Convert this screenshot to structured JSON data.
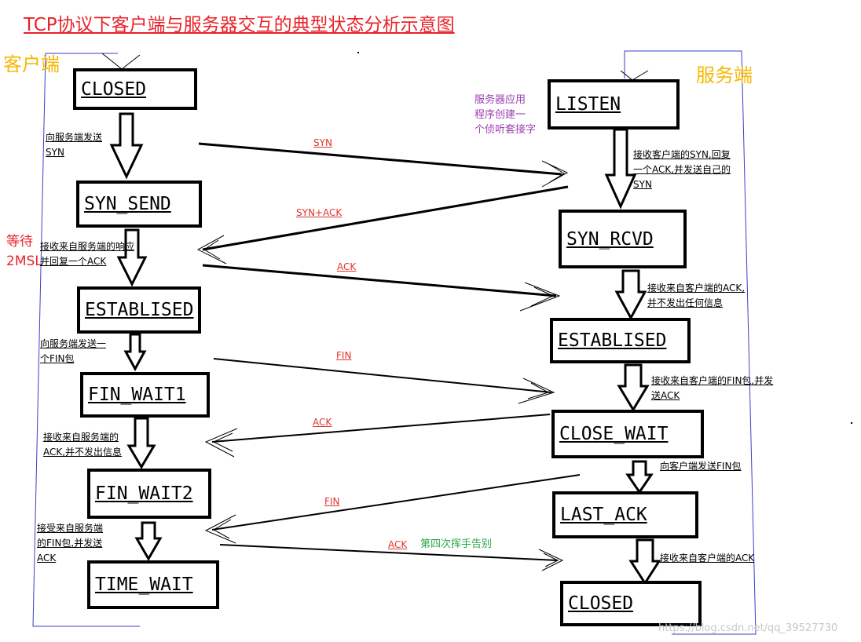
{
  "title": "TCP协议下客户端与服务器交互的典型状态分析示意图",
  "client_label": "客户端",
  "server_label": "服务端",
  "wait_label": "等待\n2MSL",
  "client_states": [
    "CLOSED",
    "SYN_SEND",
    "ESTABLISED",
    "FIN_WAIT1",
    "FIN_WAIT2",
    "TIME_WAIT"
  ],
  "server_states": [
    "LISTEN",
    "SYN_RCVD",
    "ESTABLISED",
    "CLOSE_WAIT",
    "LAST_ACK",
    "CLOSED"
  ],
  "client_notes": [
    "向服务端发送\nSYN",
    "接收来自服务端的响应\n并回复一个ACK",
    "向服务端发送一\n个FIN包",
    "接收来自服务端的\nACK,并不发出信息",
    "接受来自服务端\n的FIN包,并发送\nACK"
  ],
  "server_notes": {
    "listen": "服务器应用\n程序创建一\n个侦听套接字",
    "syn": "接收客户端的SYN,回复\n一个ACK,并发送自己的\nSYN",
    "ack": "接收来自客户端的ACK,\n并不发出任何信息",
    "fin": "接收来自客户端的FIN包,并发\n送ACK",
    "send_fin": "向客户端发送FIN包",
    "last_ack": "接收来自客户端的ACK"
  },
  "messages": [
    "SYN",
    "SYN+ACK",
    "ACK",
    "FIN",
    "ACK",
    "FIN",
    "ACK"
  ],
  "fourth_wave": "第四次挥手告别",
  "watermark": "https://blog.csdn.net/qq_39527730"
}
